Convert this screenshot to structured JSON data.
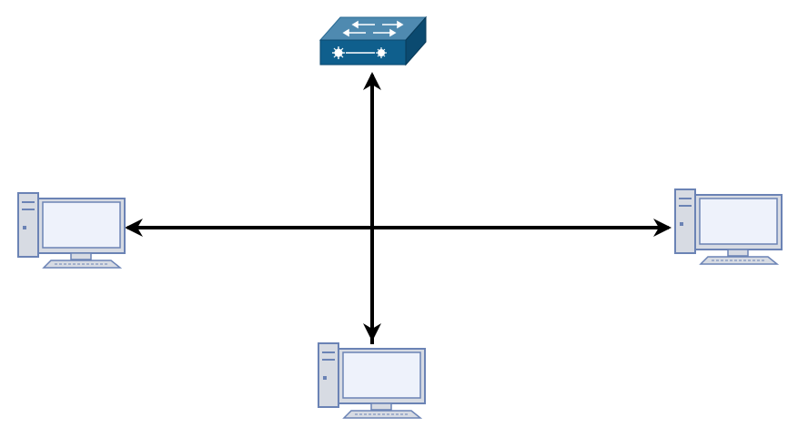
{
  "diagram": {
    "type": "network-topology",
    "nodes": [
      {
        "id": "switch",
        "kind": "network-switch",
        "icon": "network-switch-icon"
      },
      {
        "id": "pc-left",
        "kind": "desktop-computer",
        "icon": "desktop-computer-icon"
      },
      {
        "id": "pc-right",
        "kind": "desktop-computer",
        "icon": "desktop-computer-icon"
      },
      {
        "id": "pc-bottom",
        "kind": "desktop-computer",
        "icon": "desktop-computer-icon"
      }
    ],
    "edges": [
      {
        "from": "switch",
        "to": "pc-left",
        "style": "arrow"
      },
      {
        "from": "switch",
        "to": "pc-right",
        "style": "arrow"
      },
      {
        "from": "switch",
        "to": "pc-bottom",
        "style": "arrow"
      },
      {
        "from": "pc-bottom",
        "to": "switch",
        "style": "arrow"
      }
    ],
    "colors": {
      "switch_top": "#4f8ab0",
      "switch_front": "#0f5f8d",
      "switch_side": "#0b4a70",
      "switch_glyph": "#ffffff",
      "pc_outline": "#6b83b5",
      "pc_fill": "#d7dbe3",
      "pc_screen": "#eef2fb",
      "connector": "#000000"
    }
  }
}
